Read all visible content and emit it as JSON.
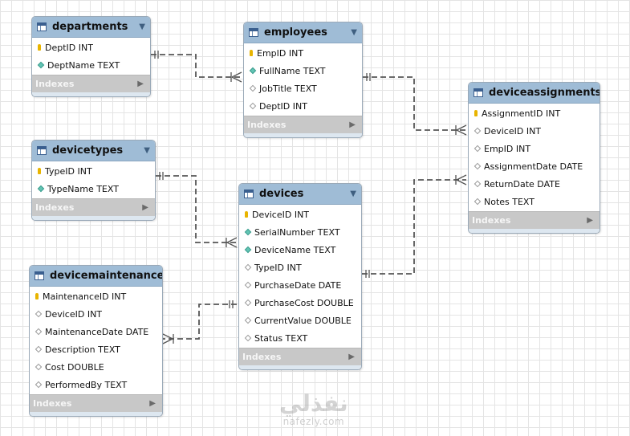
{
  "indexes_label": "Indexes",
  "tables": [
    {
      "id": "departments",
      "name": "departments",
      "columns": [
        {
          "label": "DeptID INT",
          "kind": "pk"
        },
        {
          "label": "DeptName TEXT",
          "kind": "filled"
        }
      ]
    },
    {
      "id": "employees",
      "name": "employees",
      "columns": [
        {
          "label": "EmpID INT",
          "kind": "pk"
        },
        {
          "label": "FullName TEXT",
          "kind": "filled"
        },
        {
          "label": "JobTitle TEXT",
          "kind": "empty"
        },
        {
          "label": "DeptID INT",
          "kind": "empty"
        }
      ]
    },
    {
      "id": "deviceassignments",
      "name": "deviceassignments",
      "columns": [
        {
          "label": "AssignmentID INT",
          "kind": "pk"
        },
        {
          "label": "DeviceID INT",
          "kind": "empty"
        },
        {
          "label": "EmpID INT",
          "kind": "empty"
        },
        {
          "label": "AssignmentDate DATE",
          "kind": "empty"
        },
        {
          "label": "ReturnDate DATE",
          "kind": "empty"
        },
        {
          "label": "Notes TEXT",
          "kind": "empty"
        }
      ]
    },
    {
      "id": "devicetypes",
      "name": "devicetypes",
      "columns": [
        {
          "label": "TypeID INT",
          "kind": "pk"
        },
        {
          "label": "TypeName TEXT",
          "kind": "filled"
        }
      ]
    },
    {
      "id": "devices",
      "name": "devices",
      "columns": [
        {
          "label": "DeviceID INT",
          "kind": "pk"
        },
        {
          "label": "SerialNumber TEXT",
          "kind": "filled"
        },
        {
          "label": "DeviceName TEXT",
          "kind": "filled"
        },
        {
          "label": "TypeID INT",
          "kind": "empty"
        },
        {
          "label": "PurchaseDate DATE",
          "kind": "empty"
        },
        {
          "label": "PurchaseCost DOUBLE",
          "kind": "empty"
        },
        {
          "label": "CurrentValue DOUBLE",
          "kind": "empty"
        },
        {
          "label": "Status TEXT",
          "kind": "empty"
        }
      ]
    },
    {
      "id": "devicemaintenance",
      "name": "devicemaintenance",
      "columns": [
        {
          "label": "MaintenanceID INT",
          "kind": "pk"
        },
        {
          "label": "DeviceID INT",
          "kind": "empty"
        },
        {
          "label": "MaintenanceDate DATE",
          "kind": "empty"
        },
        {
          "label": "Description TEXT",
          "kind": "empty"
        },
        {
          "label": "Cost DOUBLE",
          "kind": "empty"
        },
        {
          "label": "PerformedBy TEXT",
          "kind": "empty"
        }
      ]
    }
  ],
  "relationships": [
    {
      "from": "departments",
      "to": "employees",
      "cardinality": "one-to-many"
    },
    {
      "from": "employees",
      "to": "deviceassignments",
      "cardinality": "one-to-many"
    },
    {
      "from": "devicetypes",
      "to": "devices",
      "cardinality": "one-to-many"
    },
    {
      "from": "devices",
      "to": "deviceassignments",
      "cardinality": "one-to-many"
    },
    {
      "from": "devices",
      "to": "devicemaintenance",
      "cardinality": "one-to-many"
    }
  ],
  "watermark": {
    "arabic": "نفذلي",
    "latin": "nafezly.com"
  }
}
